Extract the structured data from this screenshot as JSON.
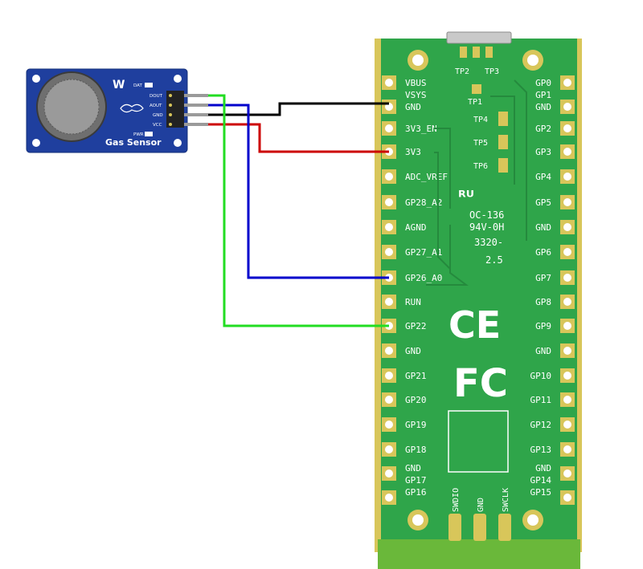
{
  "sensor": {
    "title": "Gas Sensor",
    "pins": [
      "DOUT",
      "AOUT",
      "GND",
      "VCC"
    ],
    "indicators": [
      "DAT",
      "PWR"
    ],
    "brand_mark": "W"
  },
  "pico": {
    "left_pins": [
      "VBUS",
      "VSYS",
      "GND",
      "3V3_EN",
      "3V3",
      "ADC_VREF",
      "GP28_A2",
      "AGND",
      "GP27_A1",
      "GP26_A0",
      "RUN",
      "GP22",
      "GND",
      "GP21",
      "GP20",
      "GP19",
      "GP18",
      "GND",
      "GP17",
      "GP16"
    ],
    "right_pins": [
      "GP0",
      "GP1",
      "GND",
      "GP2",
      "GP3",
      "GP4",
      "GP5",
      "GND",
      "GP6",
      "GP7",
      "GP8",
      "GP9",
      "GND",
      "GP10",
      "GP11",
      "GP12",
      "GP13",
      "GND",
      "GP14",
      "GP15"
    ],
    "test_points": [
      "TP2",
      "TP3",
      "TP1",
      "TP4",
      "TP5",
      "TP6"
    ],
    "markings": [
      "OC-136",
      "94V-0H",
      "3320-",
      "2.5"
    ],
    "ce_mark": "CE",
    "fcc_mark": "FC",
    "bottom_pins": [
      "SWDIO",
      "GND",
      "SWCLK"
    ]
  },
  "wires": [
    {
      "from": "GND",
      "to": "GND",
      "color": "#000000"
    },
    {
      "from": "VCC",
      "to": "3V3",
      "color": "#cc0000"
    },
    {
      "from": "AOUT",
      "to": "GP26_A0",
      "color": "#0000cc"
    },
    {
      "from": "DOUT",
      "to": "GP22",
      "color": "#22dd22"
    }
  ],
  "colors": {
    "board": "#2fa54a",
    "board_dark": "#258a3d",
    "pad": "#d8c65a",
    "sensor_pcb": "#1f3f9e"
  }
}
